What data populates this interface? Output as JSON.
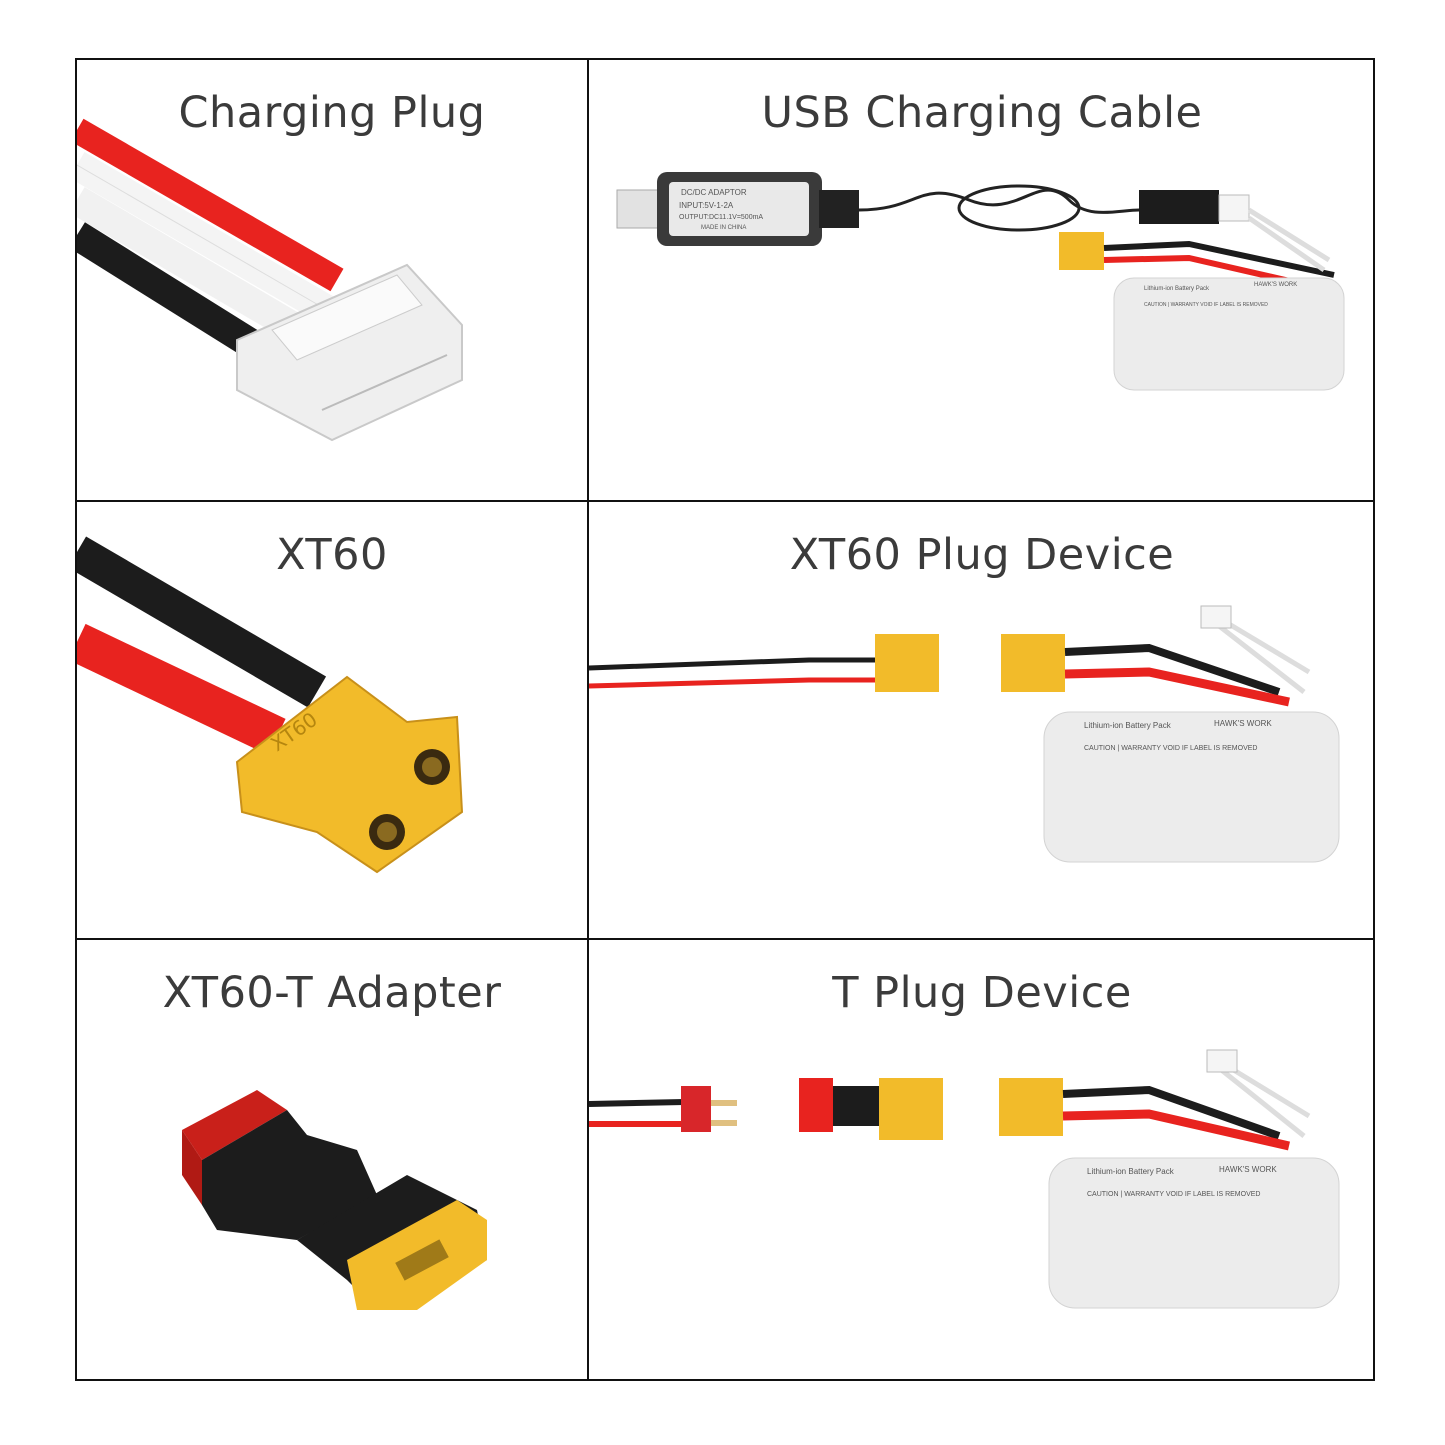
{
  "cells": [
    {
      "title": "Charging Plug"
    },
    {
      "title": "USB Charging Cable"
    },
    {
      "title": "XT60"
    },
    {
      "title": "XT60 Plug Device"
    },
    {
      "title": "XT60-T Adapter"
    },
    {
      "title": "T Plug Device"
    }
  ],
  "adaptor_label": {
    "brand": "DC/DC ADAPTOR",
    "input": "INPUT:5V-1-2A",
    "output": "OUTPUT:DC11.1V=500mA",
    "origin": "MADE IN CHINA"
  },
  "battery_label": {
    "title": "Lithium-ion Battery Pack",
    "brand": "HAWK'S WORK",
    "caution": "CAUTION | WARRANTY VOID IF LABEL IS REMOVED"
  },
  "connector_marking": "XT60",
  "colors": {
    "border": "#111111",
    "title": "#3b3b3b",
    "red": "#e8231f",
    "yellow": "#f2bb2a",
    "black": "#1c1c1c"
  }
}
